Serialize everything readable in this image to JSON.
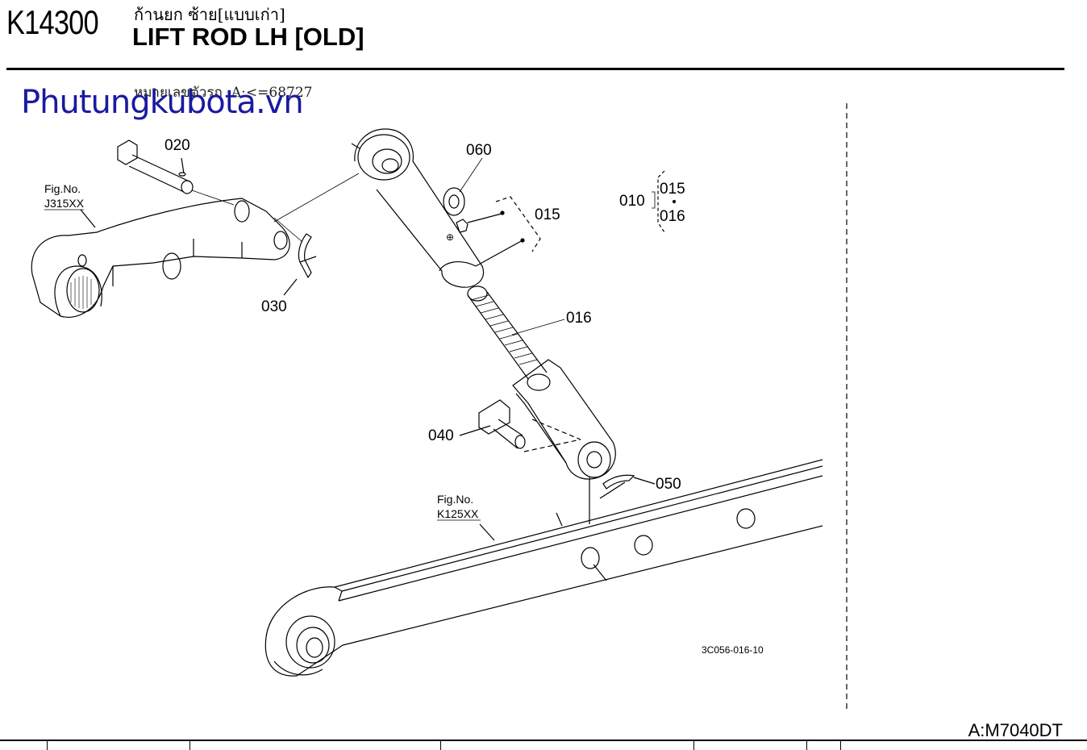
{
  "header": {
    "code": "K14300",
    "title_th": "ก้านยก ซ้าย[แบบเก่า]",
    "title_en": "LIFT ROD LH [OLD]"
  },
  "serial_note": "หมายเลขตัวรถ :A:<=68727",
  "watermark": "Phutungkubota.vn",
  "model": "A:M7040DT",
  "drawing_code": "3C056-016-10",
  "fig_refs": {
    "left": {
      "label": "Fig.No.",
      "ref": "J315XX"
    },
    "bottom": {
      "label": "Fig.No.",
      "ref": "K125XX"
    }
  },
  "parts": {
    "p020": "020",
    "p030": "030",
    "p060": "060",
    "p015": "015",
    "p016": "016",
    "p040": "040",
    "p050": "050"
  },
  "assembly": {
    "number": "010",
    "sub1": "015",
    "sub2": "016"
  }
}
